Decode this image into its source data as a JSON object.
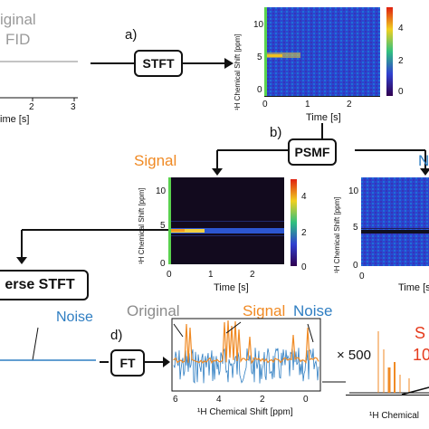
{
  "panel_a": {
    "letter": "a)",
    "box": "STFT"
  },
  "panel_b": {
    "letter": "b)",
    "box": "PSMF",
    "signal_label": "Signal",
    "noise_label": "N"
  },
  "panel_c": {
    "box": "erse STFT",
    "noise_label": "Noise"
  },
  "panel_d": {
    "letter": "d)",
    "box": "FT",
    "original_label": "Original",
    "signal_label": "Signal",
    "noise_label": "Noise",
    "multiplier": "× 500",
    "red_s": "S",
    "red_10": "10"
  },
  "top_left": {
    "line1": "iginal",
    "line2": "FID",
    "xlabel": "ime [s]",
    "ticks": [
      "2",
      "3"
    ]
  },
  "spectrogram_a": {
    "ylabel": "¹H Chemical Shift [ppm]",
    "xlabel": "Time [s]",
    "yticks": [
      "10",
      "5",
      "0"
    ],
    "xticks": [
      "0",
      "1",
      "2"
    ],
    "cbar_ticks": [
      "4",
      "2",
      "0"
    ]
  },
  "spectrogram_b1": {
    "ylabel": "¹H Chemical Shift [ppm]",
    "xlabel": "Time [s]",
    "yticks": [
      "10",
      "5",
      "0"
    ],
    "xticks": [
      "0",
      "1",
      "2"
    ],
    "cbar_ticks": [
      "4",
      "2",
      "0"
    ]
  },
  "spectrogram_b2": {
    "ylabel": "¹H Chemical Shift [ppm]",
    "xlabel": "Time [s]",
    "yticks": [
      "10",
      "5",
      "0"
    ],
    "xticks": [
      "0"
    ]
  },
  "spectrum_d": {
    "xlabel": "¹H Chemical Shift [ppm]",
    "xticks": [
      "6",
      "4",
      "2",
      "0"
    ]
  },
  "spectrum_e": {
    "xlabel": "¹H Chemical"
  },
  "colors": {
    "signal": "#f08a24",
    "noise": "#2f7ec2",
    "original": "#8c8c8c",
    "red": "#e53a1c"
  }
}
